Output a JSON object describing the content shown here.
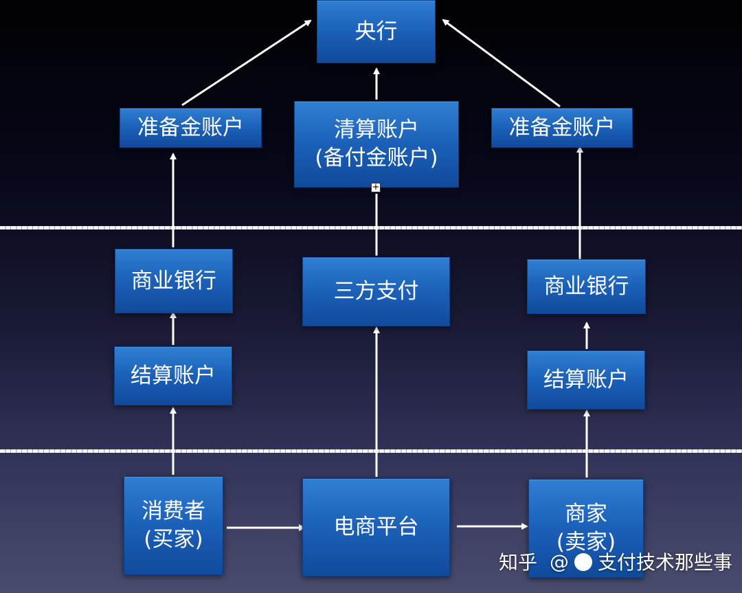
{
  "nodes": {
    "central_bank": "央行",
    "reserve_left": "准备金账户",
    "clearing_line1": "清算账户",
    "clearing_line2": "(备付金账户)",
    "reserve_right": "准备金账户",
    "bank_left": "商业银行",
    "third_party": "三方支付",
    "bank_right": "商业银行",
    "settle_left": "结算账户",
    "settle_right": "结算账户",
    "consumer_line1": "消费者",
    "consumer_line2": "(买家)",
    "platform": "电商平台",
    "merchant_line1": "商家",
    "merchant_line2": "(卖家)"
  },
  "expand_icon": "plus-square-icon",
  "watermark": {
    "site": "知乎",
    "at": "@",
    "author": "支付技术那些事"
  }
}
